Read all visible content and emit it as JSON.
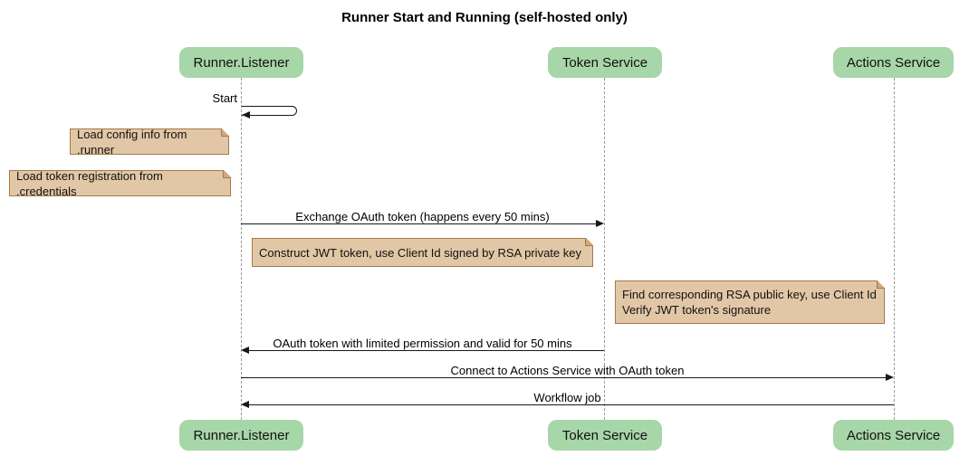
{
  "title": "Runner Start and Running (self-hosted only)",
  "participants": [
    {
      "id": "runner-listener",
      "label": "Runner.Listener"
    },
    {
      "id": "token-service",
      "label": "Token Service"
    },
    {
      "id": "actions-service",
      "label": "Actions Service"
    }
  ],
  "messages": [
    {
      "label": "Start",
      "type": "self",
      "from": "Runner.Listener",
      "to": "Runner.Listener"
    },
    {
      "label": "Exchange OAuth token (happens every 50 mins)",
      "from": "Runner.Listener",
      "to": "Token Service",
      "direction": "right"
    },
    {
      "label": "OAuth token with limited permission and valid for 50 mins",
      "from": "Token Service",
      "to": "Runner.Listener",
      "direction": "left"
    },
    {
      "label": "Connect to Actions Service with OAuth token",
      "from": "Runner.Listener",
      "to": "Actions Service",
      "direction": "right"
    },
    {
      "label": "Workflow job",
      "from": "Actions Service",
      "to": "Runner.Listener",
      "direction": "left"
    }
  ],
  "notes": [
    {
      "label": "Load config info from .runner",
      "position": "left of Runner.Listener"
    },
    {
      "label": "Load token registration from .credentials",
      "position": "left of Runner.Listener"
    },
    {
      "label": "Construct JWT token, use Client Id signed by RSA private key",
      "position": "over Runner.Listener/Token Service"
    },
    {
      "label": "Find corresponding RSA public key, use Client Id\nVerify JWT token's signature",
      "position": "left of Actions Service"
    }
  ],
  "colors": {
    "participant_fill": "#a7d6a9",
    "note_fill": "#e2c7a6",
    "note_border": "#a8784b",
    "lifeline": "#9a9a9a",
    "arrow": "#181818",
    "background": "#ffffff"
  }
}
